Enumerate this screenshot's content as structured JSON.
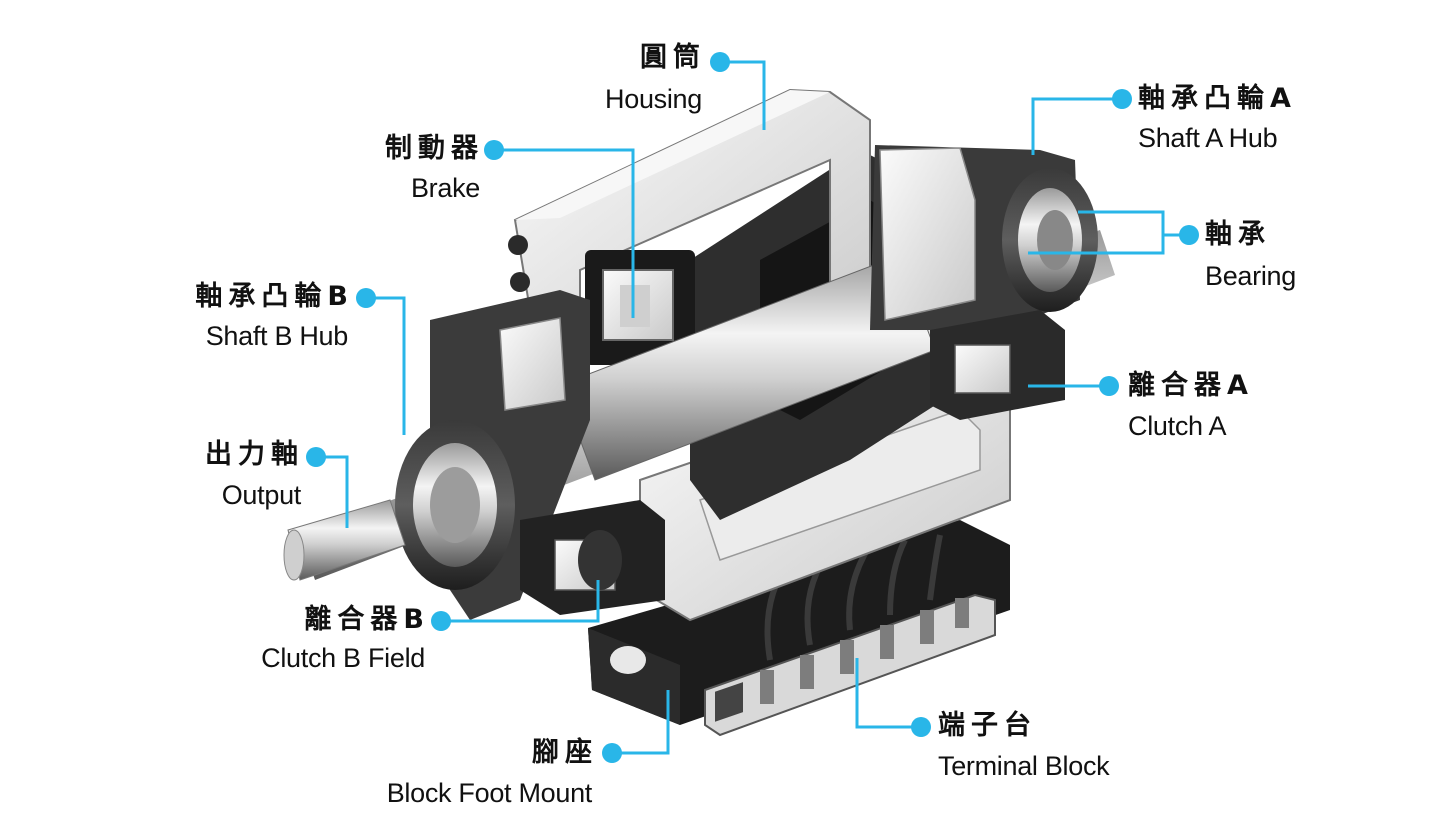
{
  "theme": {
    "callout_color": "#29b6e8",
    "label_color": "#111111"
  },
  "labels": {
    "housing": {
      "zh": "圓筒",
      "en": "Housing"
    },
    "brake": {
      "zh": "制動器",
      "en": "Brake"
    },
    "shaft_b_hub": {
      "zh": "軸承凸輪B",
      "en": "Shaft B Hub"
    },
    "output": {
      "zh": "出力軸",
      "en": "Output"
    },
    "clutch_b": {
      "zh": "離合器B",
      "en": "Clutch B Field"
    },
    "foot_mount": {
      "zh": "腳座",
      "en": "Block Foot Mount"
    },
    "shaft_a_hub": {
      "zh": "軸承凸輪A",
      "en": "Shaft A Hub"
    },
    "bearing": {
      "zh": "軸承",
      "en": "Bearing"
    },
    "clutch_a": {
      "zh": "離合器A",
      "en": "Clutch A"
    },
    "terminal_block": {
      "zh": "端子台",
      "en": "Terminal Block"
    }
  }
}
